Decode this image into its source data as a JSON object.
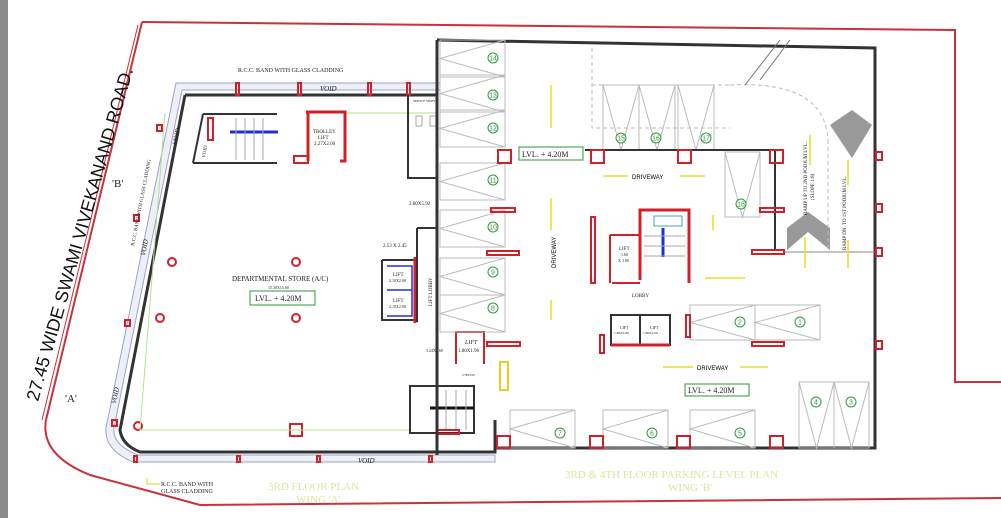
{
  "road_label": "27.45 WIDE  SWAMI  VIVEKANAND  ROAD.",
  "marker_a": "'A'",
  "marker_b": "'B'",
  "wing_a": {
    "band_top": "R.C.C. BAND WITH GLASS CLADDING",
    "band_left": "R.C.C. BAND WITH GLASS CLADDING",
    "band_bottom_1": "R.C.C. BAND WITH",
    "band_bottom_2": "GLASS CLADDING",
    "void": "VOID",
    "store": "DEPARTMENTAL STORE (A/C)",
    "store_size": "15.30X15.60",
    "level": "LVL. + 4.20M",
    "trolley_lift_1": "TROLLEY",
    "trolley_lift_2": "LIFT",
    "trolley_lift_3": "2.27X2.00",
    "dim_1": "2.80X5.92",
    "dim_2": "2.53 X 2.45",
    "dim_3": "3.24X4.60",
    "dim_4": "2.78X5.00",
    "lift_label": "LIFT",
    "lift_size": "2.10X2.00",
    "lift_small_1": "LIFT",
    "lift_small_2": "1.80X1.96",
    "lobby": "LIFT LOBBY",
    "service": "SERVICE SHAFT",
    "title_1": "3RD FLOOR PLAN",
    "title_2": "WING 'A'"
  },
  "wing_b": {
    "level": "LVL. + 4.20M",
    "driveway": "DRIVEWAY",
    "ramp_up": "RAMP UP TO 2ND PODIUM LVL.",
    "ramp_slope": "(SLOPE 1:8)",
    "ramp_down": "RAMP DN. TO 1ST PODIUM LVL.",
    "lift_core_1": "LIFT",
    "lift_core_2": "1.60",
    "lift_core_3": "X 3.00",
    "lift_pair": "LIFT",
    "lift_pair_size": "1.80X2.00",
    "lobby": "LOBBY",
    "title_1": "3RD & 4TH FLOOR PARKING LEVEL PLAN",
    "title_2": "WING 'B'",
    "stalls": [
      "1",
      "2",
      "3",
      "4",
      "5",
      "6",
      "7",
      "8",
      "9",
      "10",
      "11",
      "12",
      "13",
      "14",
      "15",
      "16",
      "17",
      "18"
    ]
  },
  "colors": {
    "wall": "#333333",
    "column": "#d0202a",
    "plot": "#c8323c",
    "stall_number": "#2e9a3a",
    "arrow": "#e8e020",
    "title": "#d8e8a0",
    "void_band": "#a0a0c8"
  }
}
